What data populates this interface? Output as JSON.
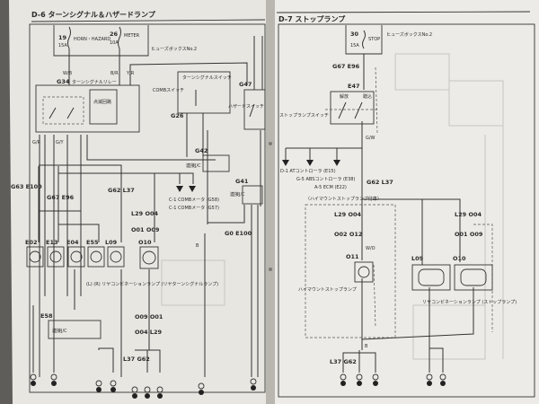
{
  "left_page": {
    "title": "D-6 ターンシグナル＆ハザードランプ",
    "fuse_box": "ヒューズボックスNo.2",
    "fuse1": {
      "no": "19",
      "amp": "15A",
      "name": "HORN・HAZARD"
    },
    "fuse2": {
      "no": "26",
      "amp": "10A",
      "name": "METER"
    },
    "relay": {
      "conn": "G34",
      "name": "ターンシグナルリレー",
      "unit": "点滅回路"
    },
    "comb_switch": {
      "conn": "G26",
      "name": "ターンシグナルスイッチ",
      "label": "COMBスイッチ"
    },
    "hazard_switch": {
      "conn": "G47",
      "name": "ハザードスイッチ"
    },
    "jc1": {
      "conn": "G42",
      "name": "連接J/C"
    },
    "jc2": {
      "conn": "G41",
      "name": "連接J/C"
    },
    "jc3": {
      "conn": "E58",
      "name": "連接J/C"
    },
    "wire_colors": [
      "W/B",
      "B/R",
      "Y/R",
      "G/R",
      "G/Y",
      "B"
    ],
    "connectors": [
      "G63 E100",
      "G67 E96",
      "G62 L37",
      "L29 O04",
      "O01 O09",
      "G0 E100",
      "O09 O01",
      "O04 L29",
      "L37 G62"
    ],
    "meter_refs": [
      "C-1 COMBメータ (G58)",
      "C-1 COMBメータ (G57)"
    ],
    "lamps": [
      "E02",
      "E13",
      "E04",
      "E55",
      "L09",
      "O10"
    ],
    "lamp_caption": "(L) (R) リヤコンビネーションランプ (リヤターンシグナルランプ)"
  },
  "right_page": {
    "title": "D-7 ストップランプ",
    "fuse": {
      "no": "30",
      "amp": "15A",
      "name": "STOP",
      "box": "ヒューズボックスNo.2"
    },
    "connectors": [
      "G67 E96",
      "E47",
      "G62 L37",
      "L29 O04",
      "O02 O12",
      "O11",
      "L29 O04",
      "O01 O09",
      "L09",
      "O10",
      "L37 G62"
    ],
    "switch_name": "ストップランプスイッチ",
    "switch_states": [
      "解放",
      "踏込"
    ],
    "wire_colors": [
      "G/W",
      "W/O",
      "B"
    ],
    "refs": [
      "D-1 ATコントローラ (E15)",
      "G-5 ABSコントローラ (E38)",
      "A-5 ECM (E22)"
    ],
    "option_label": "〈ハイマウントストップランプ付車〉",
    "high_mount": "ハイマウントストップランプ",
    "rear_combo": "リヤコンビネーションランプ (ストップランプ)"
  }
}
